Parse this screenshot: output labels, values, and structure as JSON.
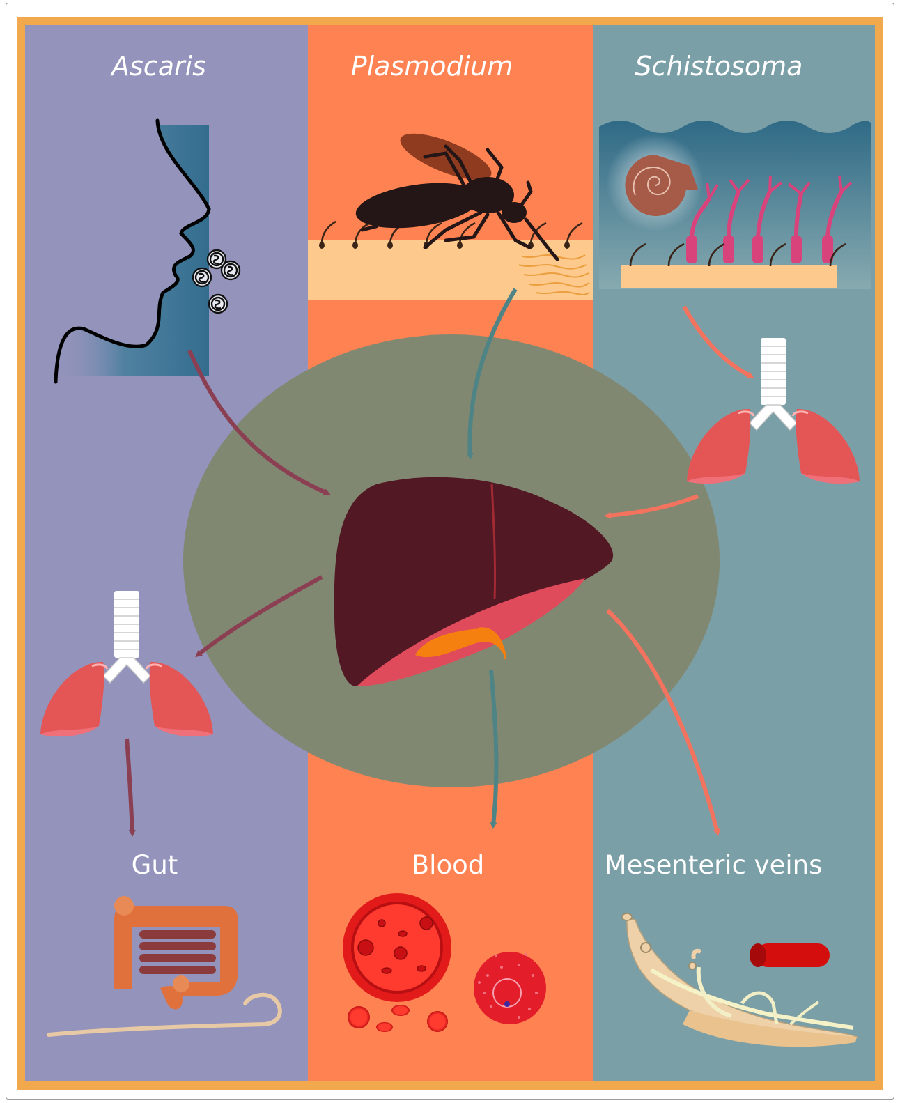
{
  "columns": [
    {
      "title": "Ascaris",
      "destination": "Gut",
      "color": "#9393bb"
    },
    {
      "title": "Plasmodium",
      "destination": "Blood",
      "color": "#ff8352"
    },
    {
      "title": "Schistosoma",
      "destination": "Mesenteric veins",
      "color": "#7b9fa7"
    }
  ],
  "colors": {
    "border": "#f2a94e",
    "center_circle": "#808872",
    "liver": "#521824",
    "ascaris_arrow": "#8b3f52",
    "plasmodium_arrow": "#4e8486",
    "schistosoma_arrow": "#f4735e"
  },
  "icons": [
    "face-profile-icon",
    "ascaris-eggs-icon",
    "mosquito-icon",
    "skin-icon",
    "snail-icon",
    "cercariae-icon",
    "lungs-icon",
    "liver-icon",
    "intestine-icon",
    "worm-icon",
    "red-blood-cell-icon",
    "blood-vessel-icon",
    "schistosome-pair-icon"
  ]
}
